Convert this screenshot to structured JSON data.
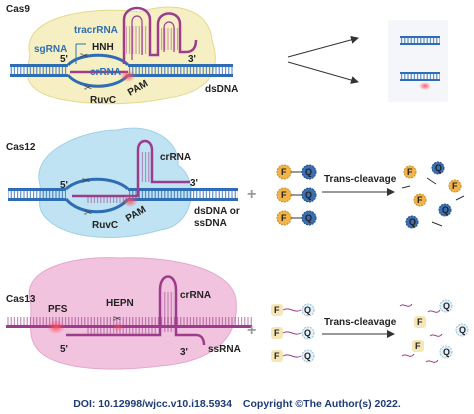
{
  "panels": {
    "cas9": {
      "title": "Cas9",
      "labels": {
        "tracrrna": "tracrRNA",
        "sgrna": "sgRNA",
        "hnh": "HNH",
        "crrna": "crRNA",
        "five_prime": "5'",
        "three_prime": "3'",
        "pam": "PAM",
        "ruvc": "RuvC",
        "dsdna": "dsDNA"
      }
    },
    "cas12": {
      "title": "Cas12",
      "labels": {
        "crrna": "crRNA",
        "five_prime": "5'",
        "three_prime": "3'",
        "pam": "PAM",
        "ruvc": "RuvC",
        "dsdna_or": "dsDNA or",
        "ssdna": "ssDNA",
        "trans_cleavage": "Trans-cleavage"
      }
    },
    "cas13": {
      "title": "Cas13",
      "labels": {
        "pfs": "PFS",
        "hepn": "HEPN",
        "crrna": "crRNA",
        "five_prime": "5'",
        "three_prime": "3'",
        "ssrna": "ssRNA",
        "trans_cleavage": "Trans-cleavage"
      }
    }
  },
  "reporter": {
    "fluor": "F",
    "quencher": "Q"
  },
  "colors": {
    "dna_blue": "#2e6db4",
    "rna_purple": "#9b3d8a",
    "cas9_blob": "#f6efc4",
    "cas12_blob": "#bfe3f2",
    "cas13_blob": "#f2c3df",
    "pam_red": "#e33a4a",
    "fluor_orange": "#f2b44a",
    "quencher_blue": "#3a6fb2"
  },
  "footer": {
    "doi": "DOI: 10.12998/wjcc.v10.i18.5934",
    "copyright": "Copyright ©The Author(s) 2022."
  }
}
